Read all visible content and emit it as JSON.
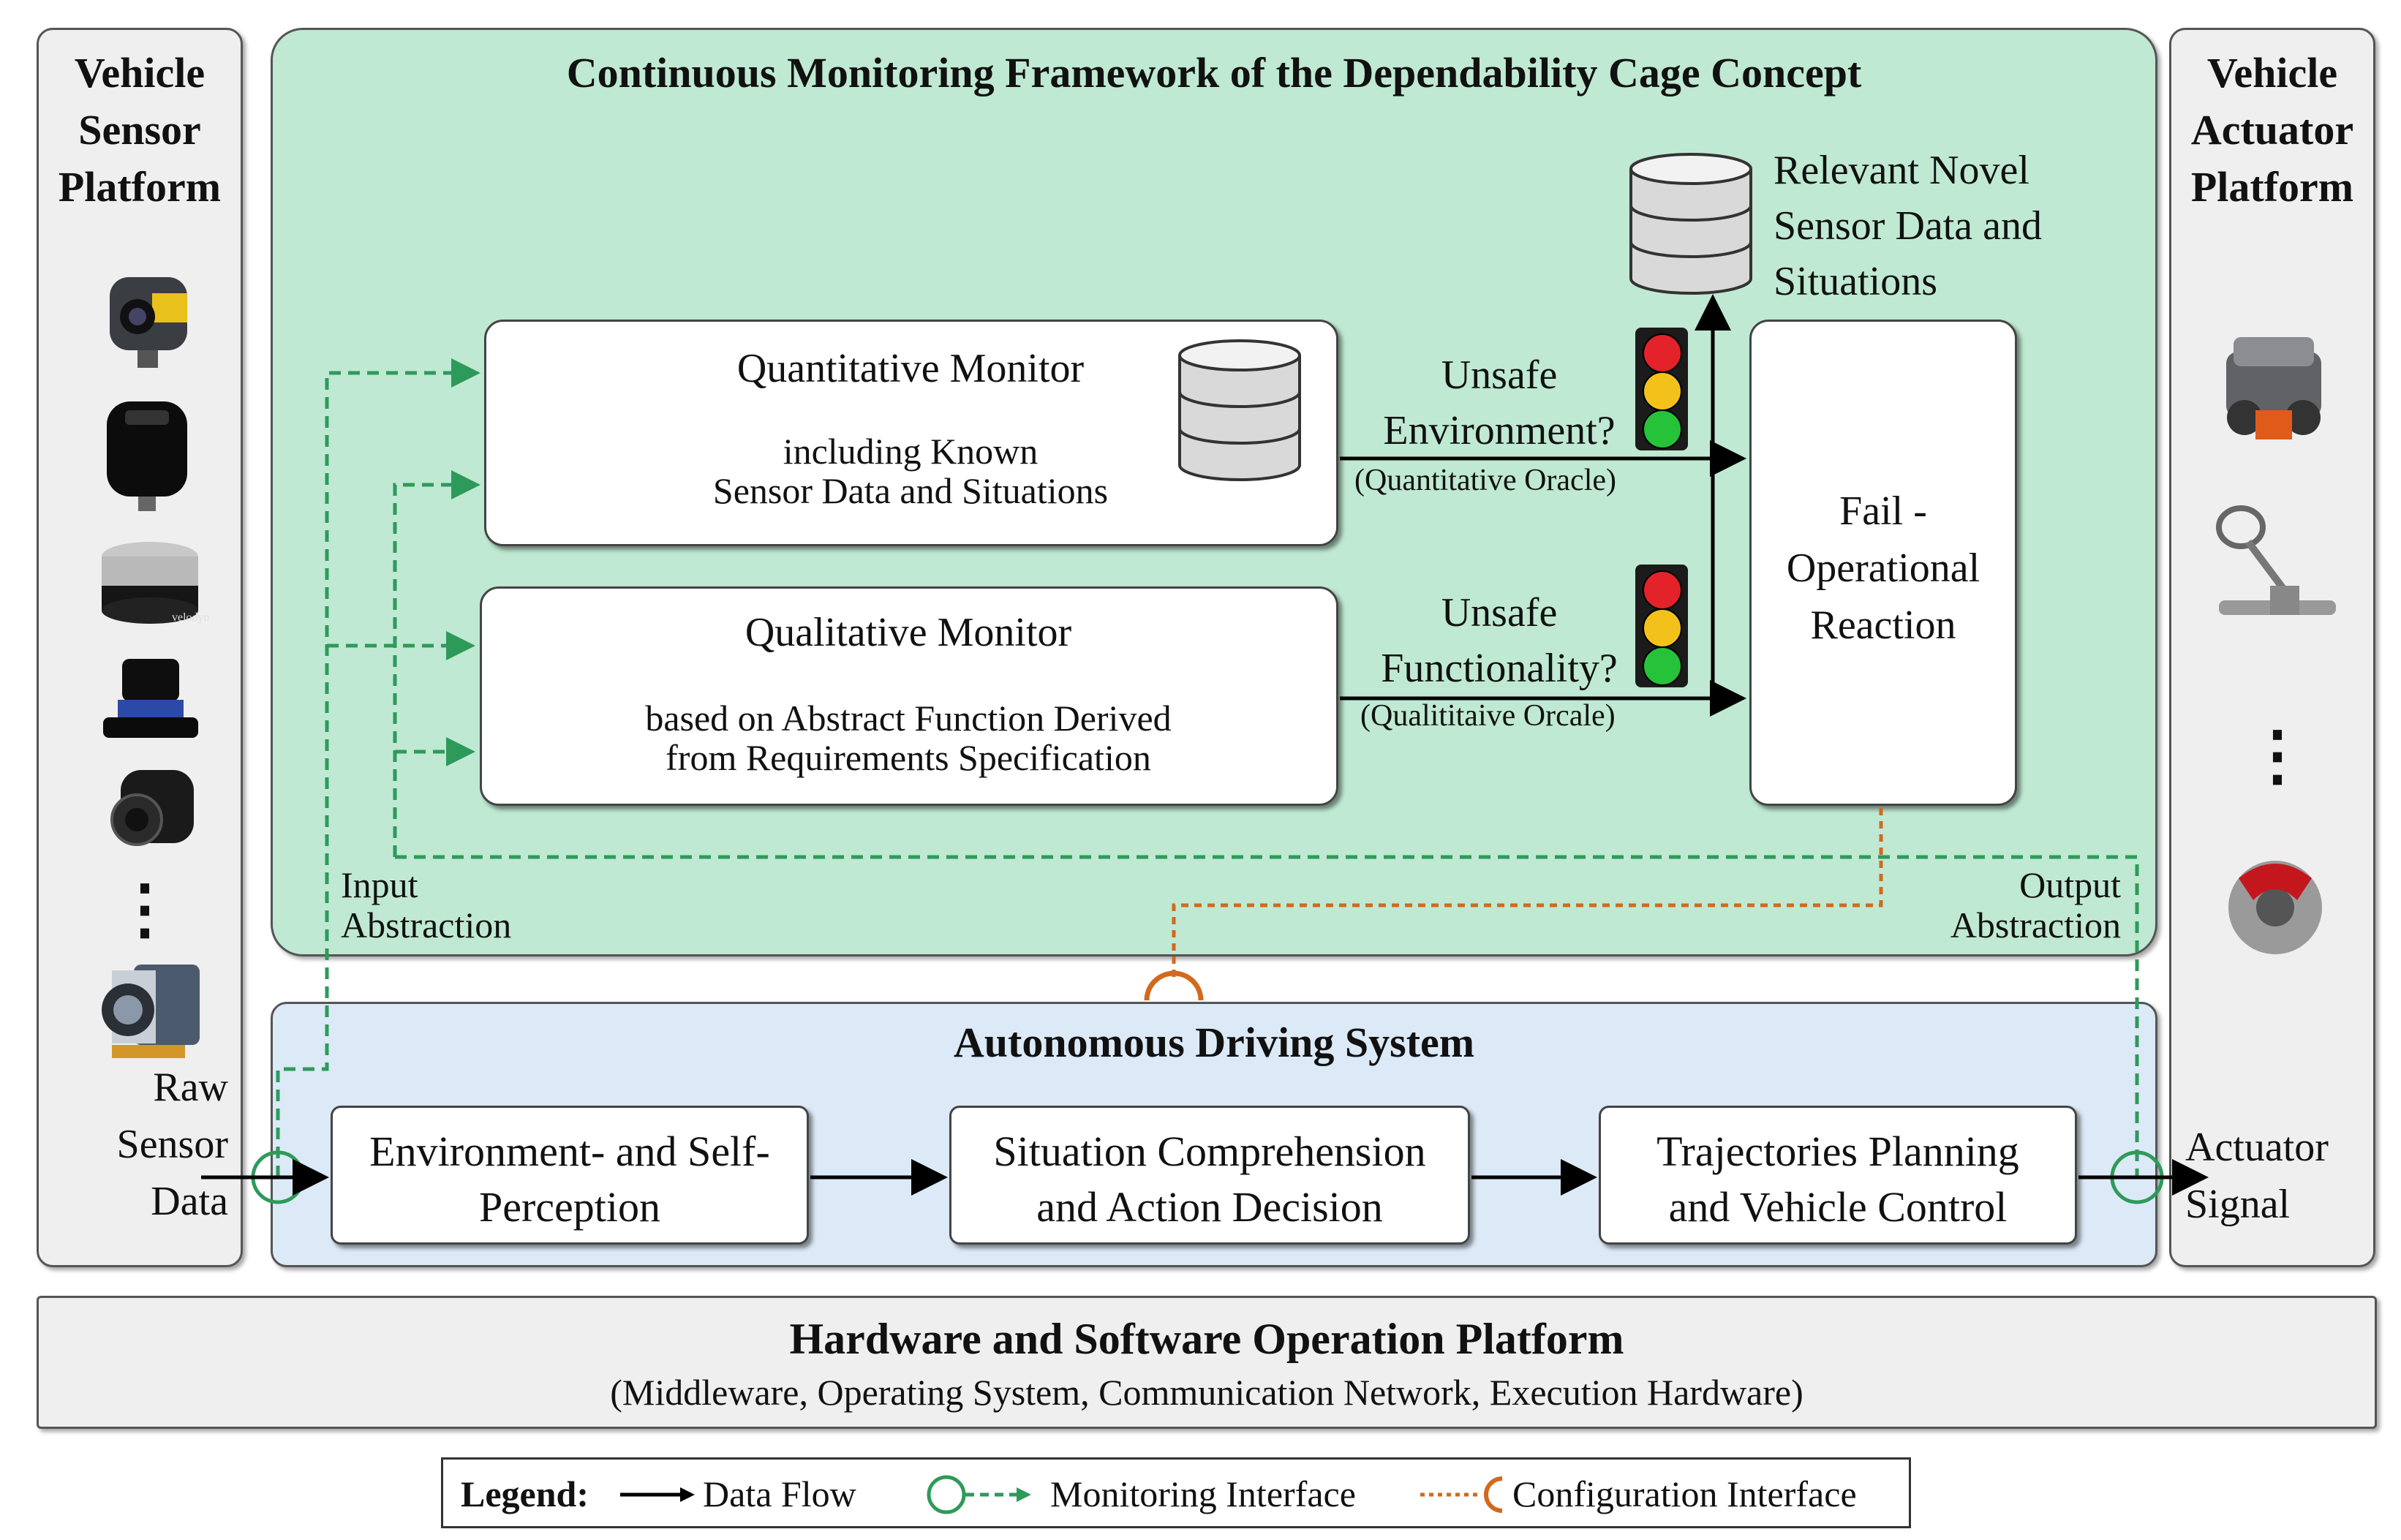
{
  "sensor_platform": {
    "title_lines": [
      "Vehicle",
      "Sensor",
      "Platform"
    ],
    "ellipsis": "⋮"
  },
  "actuator_platform": {
    "title_lines": [
      "Vehicle",
      "Actuator",
      "Platform"
    ],
    "ellipsis": "⋮"
  },
  "framework": {
    "title": "Continuous Monitoring Framework of the Dependability Cage Concept",
    "novel_data_lines": [
      "Relevant Novel",
      "Sensor Data and",
      "Situations"
    ],
    "quantitative_monitor": {
      "title": "Quantitative Monitor",
      "sub_lines": [
        "including Known",
        "Sensor Data and Situations"
      ]
    },
    "qualitative_monitor": {
      "title": "Qualitative Monitor",
      "sub_lines": [
        "based on Abstract Function Derived",
        "from Requirements Specification"
      ]
    },
    "unsafe_environment": {
      "lines": [
        "Unsafe",
        "Environment?"
      ],
      "oracle": "(Quantitative Oracle)"
    },
    "unsafe_functionality": {
      "lines": [
        "Unsafe",
        "Functionality?"
      ],
      "oracle": "(Qualititaive Orcale)"
    },
    "fail_operational_lines": [
      "Fail -",
      "Operational",
      "Reaction"
    ],
    "input_abstraction_lines": [
      "Input",
      "Abstraction"
    ],
    "output_abstraction_lines": [
      "Output",
      "Abstraction"
    ]
  },
  "ads": {
    "title": "Autonomous Driving System",
    "boxes": [
      {
        "lines": [
          "Environment- and Self-",
          "Perception"
        ]
      },
      {
        "lines": [
          "Situation Comprehension",
          "and Action Decision"
        ]
      },
      {
        "lines": [
          "Trajectories Planning",
          "and Vehicle Control"
        ]
      }
    ],
    "raw_sensor_lines": [
      "Raw",
      "Sensor",
      "Data"
    ],
    "actuator_signal_lines": [
      "Actuator",
      "Signal"
    ]
  },
  "hw_platform": {
    "title": "Hardware and Software Operation Platform",
    "subtitle": "(Middleware, Operating System, Communication Network, Execution Hardware)"
  },
  "legend": {
    "title": "Legend:",
    "items": [
      "Data Flow",
      "Monitoring Interface",
      "Configuration Interface"
    ]
  },
  "colors": {
    "monitoring": "#2e9a5a",
    "configuration": "#d2691e",
    "data_flow": "#000000"
  },
  "icons": [
    "camera-sensor-icon",
    "radar-sensor-icon",
    "lidar-icon",
    "lidar-small-icon",
    "camera-module-icon",
    "industrial-camera-icon",
    "engine-icon",
    "steering-icon",
    "brake-icon",
    "database-icon",
    "traffic-light-icon"
  ]
}
